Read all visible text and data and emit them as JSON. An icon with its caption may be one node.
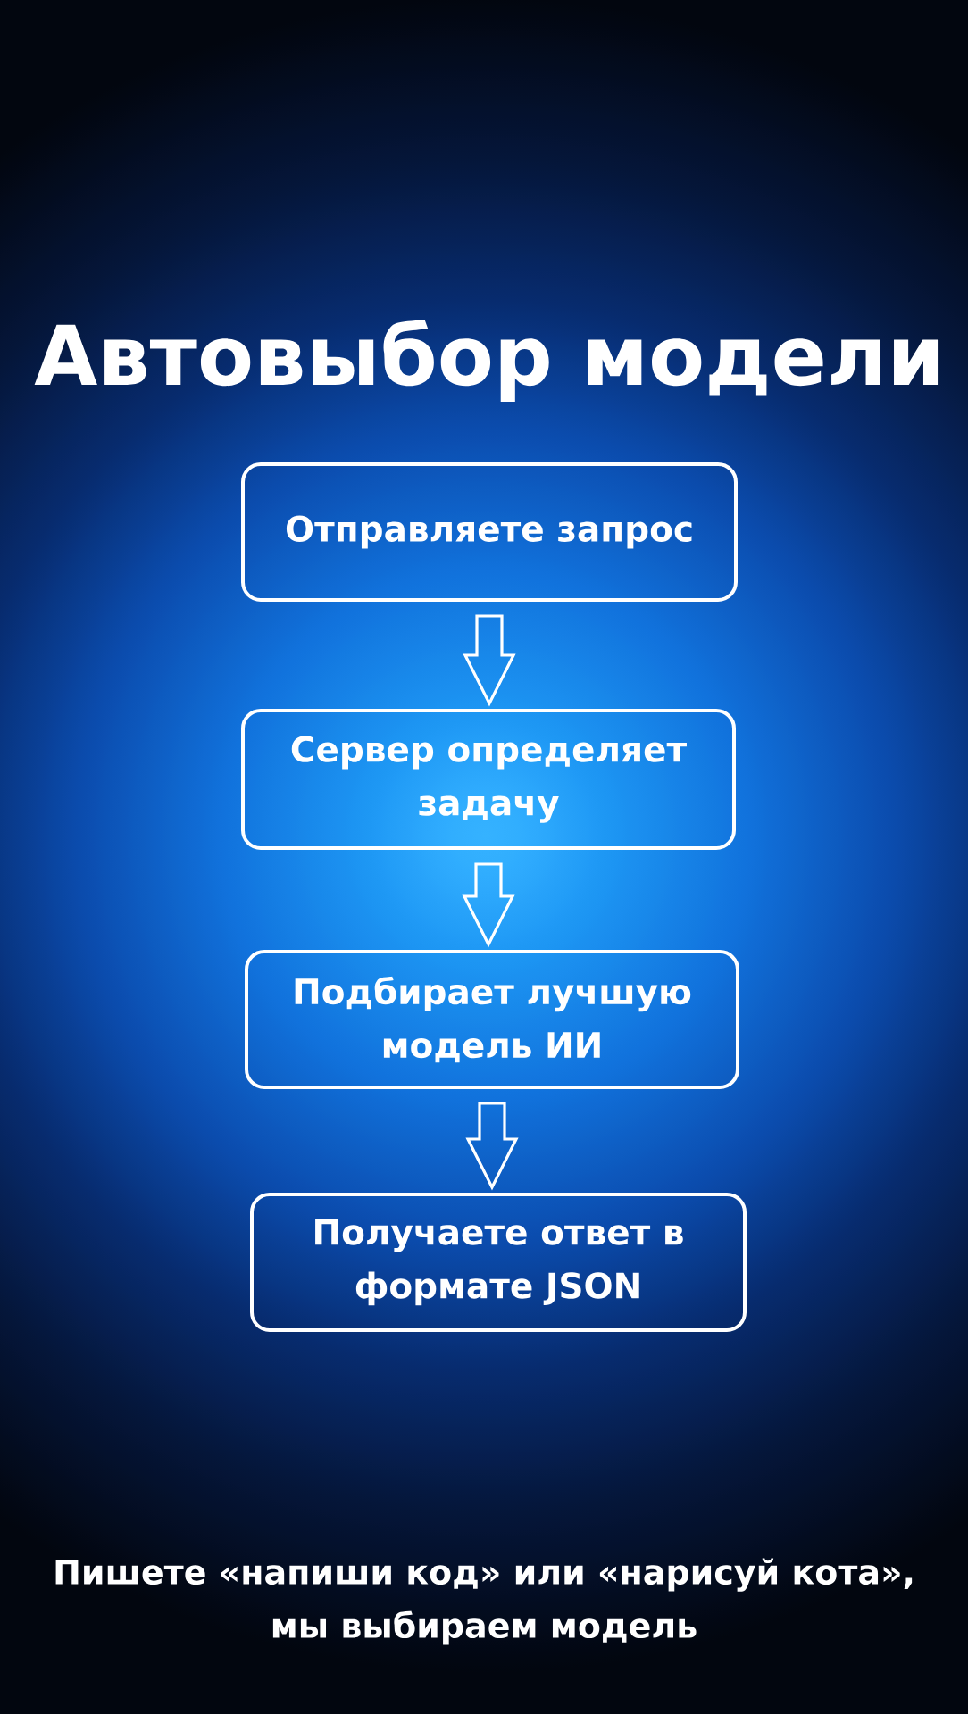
{
  "diagram": {
    "title": "Автовыбор модели",
    "nodes": [
      {
        "text": [
          "Отправляете запрос"
        ]
      },
      {
        "text": [
          "Сервер определяет задачу"
        ]
      },
      {
        "text": [
          "Подбирает лучшую модель ИИ"
        ]
      },
      {
        "text": [
          "Получаете ответ в формате JSON"
        ]
      }
    ],
    "edges": [
      {
        "from": 0,
        "to": 1,
        "arrow": "to"
      },
      {
        "from": 1,
        "to": 2,
        "arrow": "to"
      },
      {
        "from": 2,
        "to": 3,
        "arrow": "to"
      }
    ],
    "caption": "Пишете «напиши код» или «нарисуй кота», мы выбираем модель"
  }
}
